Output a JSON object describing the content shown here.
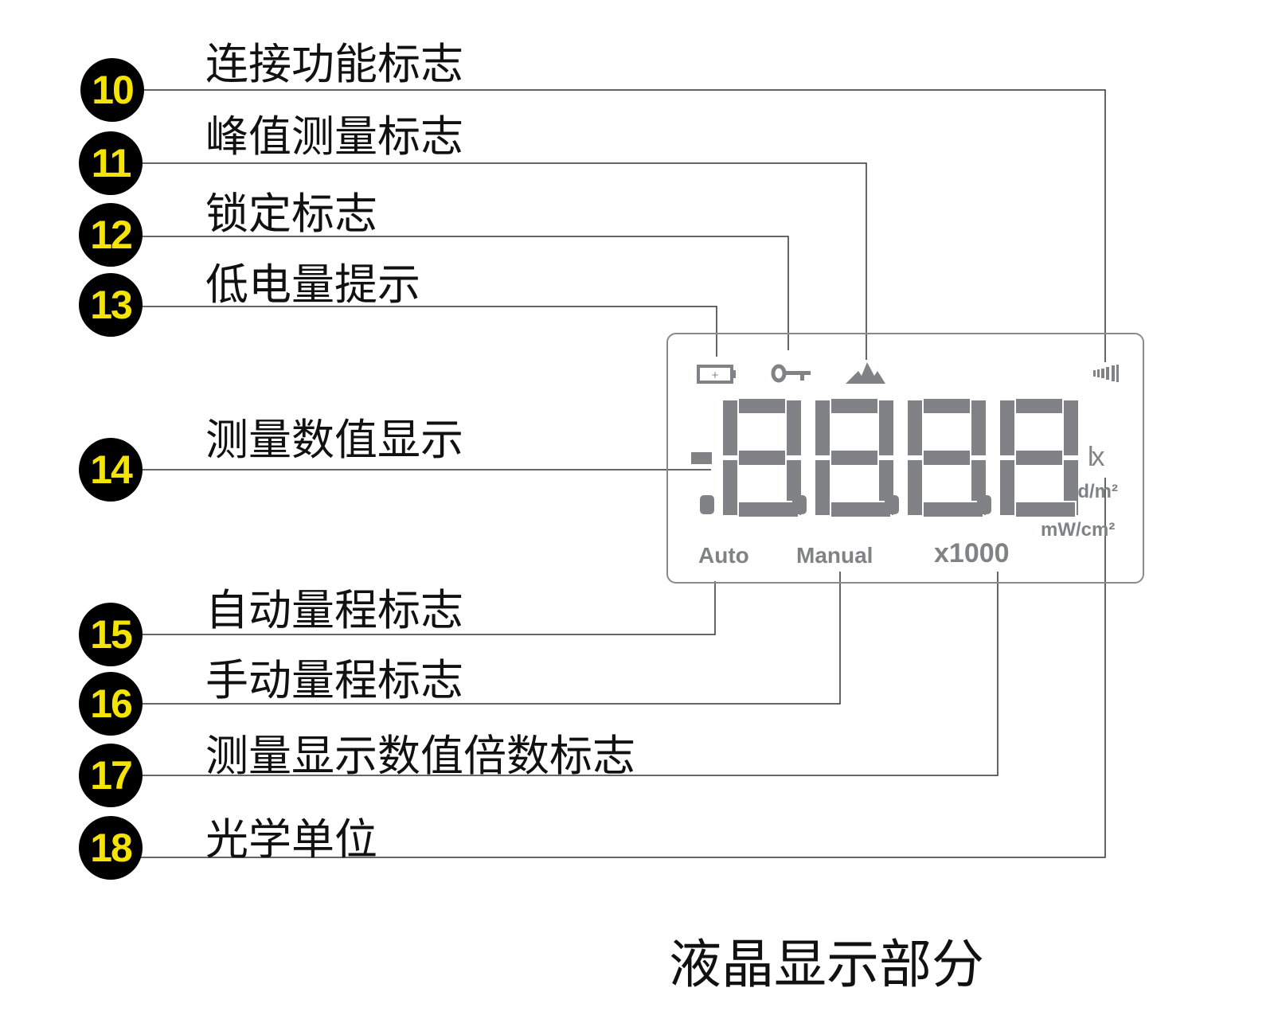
{
  "callouts": [
    {
      "number": "10",
      "label": "连接功能标志"
    },
    {
      "number": "11",
      "label": "峰值测量标志"
    },
    {
      "number": "12",
      "label": "锁定标志"
    },
    {
      "number": "13",
      "label": "低电量提示"
    },
    {
      "number": "14",
      "label": "测量数值显示"
    },
    {
      "number": "15",
      "label": "自动量程标志"
    },
    {
      "number": "16",
      "label": "手动量程标志"
    },
    {
      "number": "17",
      "label": "测量显示数值倍数标志"
    },
    {
      "number": "18",
      "label": "光学单位"
    }
  ],
  "lcd": {
    "icons": [
      "battery-icon",
      "key-lock-icon",
      "peak-mountain-icon",
      "connection-signal-icon"
    ],
    "digits": [
      "8",
      "8",
      "8",
      "8"
    ],
    "auto": "Auto",
    "manual": "Manual",
    "multiplier": "x1000",
    "units": [
      "lx",
      "cd/m²",
      "mW/cm²"
    ],
    "segment_color": "#808285"
  },
  "title": "液晶显示部分"
}
